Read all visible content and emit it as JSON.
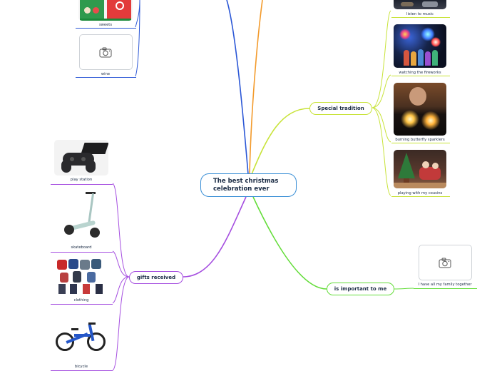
{
  "central": {
    "line1": "The best christmas",
    "line2": "celebration ever"
  },
  "topics": {
    "special_tradition": "Special tradition",
    "gifts_received": "gifts received",
    "important": "is important to me"
  },
  "leaves": {
    "listen_music": "listen to music",
    "fireworks": "watching the fireworks",
    "sparklers": "burning butterfly sparklers",
    "cousins": "playing with my cousins",
    "family": "I have all my family together",
    "sweets": "sweets",
    "wine": "wine",
    "play_station": "play station",
    "skateboard": "skateboard",
    "clothing": "clothing",
    "bicycle": "bicycle"
  },
  "colors": {
    "blue": "#2b57d6",
    "orange": "#f39a2b",
    "yellow_green": "#c8e339",
    "green": "#64dd3a",
    "purple": "#a54ee0",
    "central_border": "#3a8fd6"
  },
  "icons": [
    "camera-icon"
  ]
}
